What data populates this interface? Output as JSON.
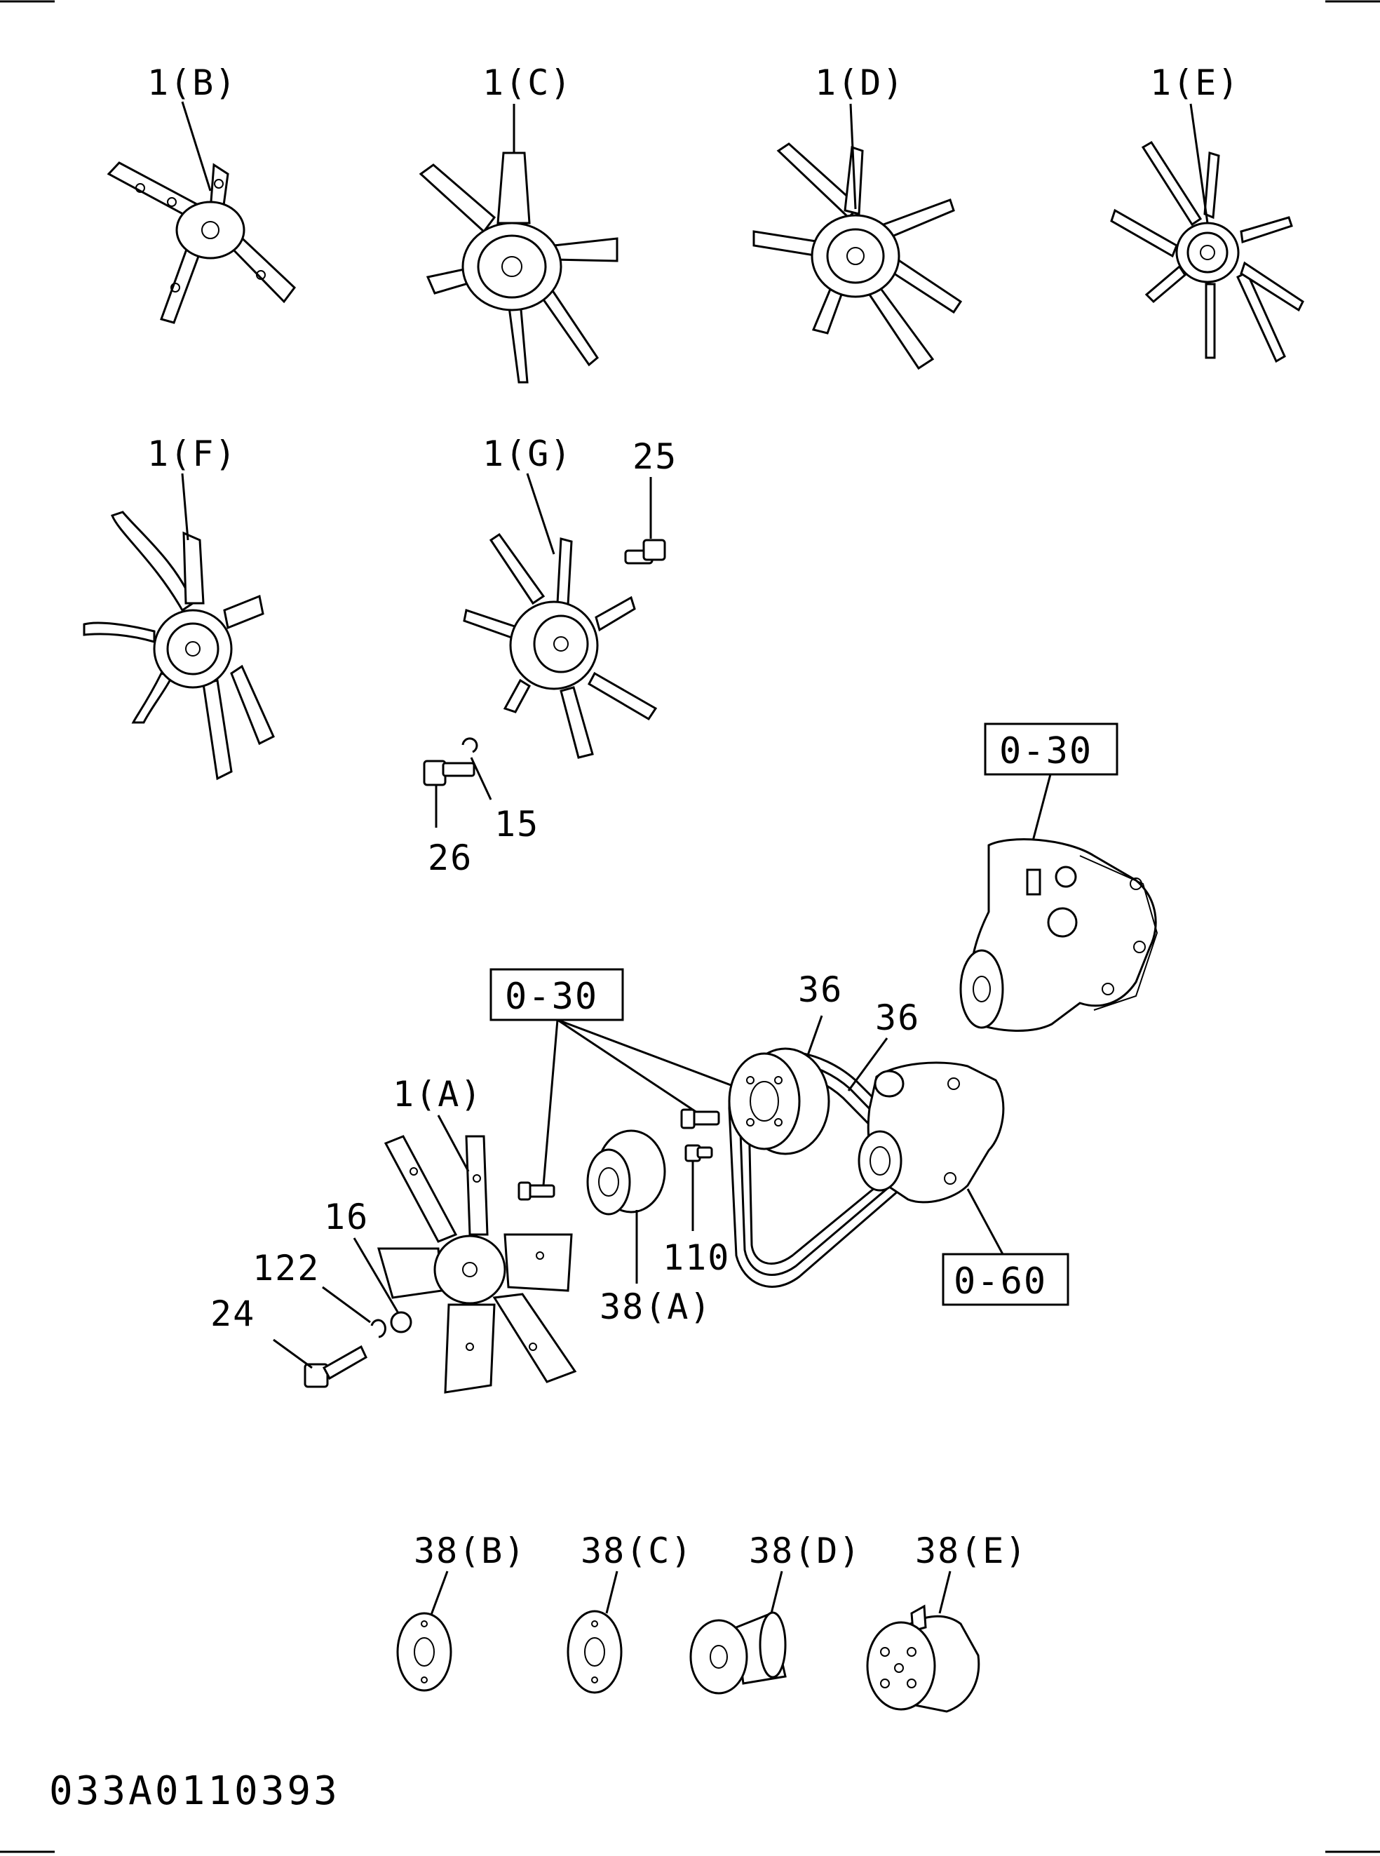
{
  "diagram": {
    "code": "033A0110393",
    "labels": {
      "fan_b": "1(B)",
      "fan_c": "1(C)",
      "fan_d": "1(D)",
      "fan_e": "1(E)",
      "fan_f": "1(F)",
      "fan_g": "1(G)",
      "fan_a": "1(A)",
      "bolt_25": "25",
      "bolt_26": "26",
      "washer_15": "15",
      "belt_36a": "36",
      "belt_36b": "36",
      "washer_16": "16",
      "washer_122": "122",
      "bolt_24": "24",
      "bolt_110": "110",
      "pulley_38a": "38(A)",
      "pulley_38b": "38(B)",
      "pulley_38c": "38(C)",
      "pulley_38d": "38(D)",
      "pulley_38e": "38(E)"
    },
    "refs": {
      "pump_ref": "0-30",
      "pulley_ref": "0-30",
      "alternator_ref": "0-60"
    }
  }
}
